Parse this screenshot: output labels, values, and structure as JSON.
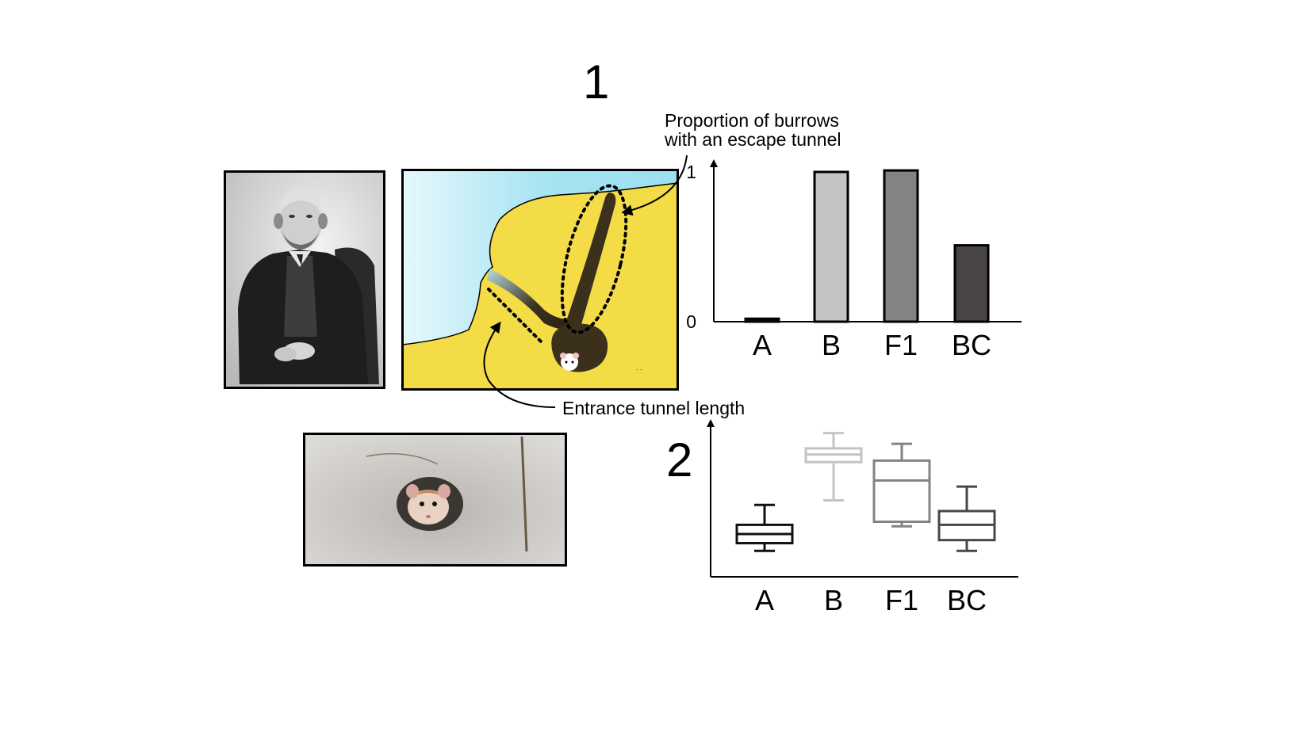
{
  "panels": {
    "one": "1",
    "two": "2"
  },
  "annotations": {
    "escape_line1": "Proportion of burrows",
    "escape_line2": "with an escape tunnel",
    "entrance": "Entrance tunnel length"
  },
  "colors": {
    "A": "#111111",
    "B": "#c4c4c4",
    "F1": "#858282",
    "BC": "#4a4646",
    "sky": "#a8e4f2",
    "sand": "#f4dc46",
    "tunnel": "#3a301c"
  },
  "chart_data": [
    {
      "type": "bar",
      "categories": [
        "A",
        "B",
        "F1",
        "BC"
      ],
      "values": [
        0.02,
        1.0,
        1.01,
        0.51
      ],
      "ylim": [
        0,
        1
      ],
      "yticks": [
        "0",
        "1"
      ],
      "xlabel": "",
      "ylabel": "Proportion of burrows with an escape tunnel",
      "grid": false
    },
    {
      "type": "box",
      "categories": [
        "A",
        "B",
        "F1",
        "BC"
      ],
      "boxes": [
        {
          "name": "A",
          "whisker_low": 0.17,
          "q1": 0.22,
          "median": 0.28,
          "q3": 0.34,
          "whisker_high": 0.47
        },
        {
          "name": "B",
          "whisker_low": 0.5,
          "q1": 0.75,
          "median": 0.8,
          "q3": 0.84,
          "whisker_high": 0.94
        },
        {
          "name": "F1",
          "whisker_low": 0.33,
          "q1": 0.36,
          "median": 0.63,
          "q3": 0.76,
          "whisker_high": 0.87
        },
        {
          "name": "BC",
          "whisker_low": 0.17,
          "q1": 0.24,
          "median": 0.34,
          "q3": 0.43,
          "whisker_high": 0.59
        }
      ],
      "ylim": [
        0,
        1
      ],
      "xlabel": "",
      "ylabel": "Entrance tunnel length",
      "grid": false
    }
  ],
  "photos": {
    "portrait": "portrait-photo",
    "mouse": "mouse-in-burrow-photo"
  }
}
